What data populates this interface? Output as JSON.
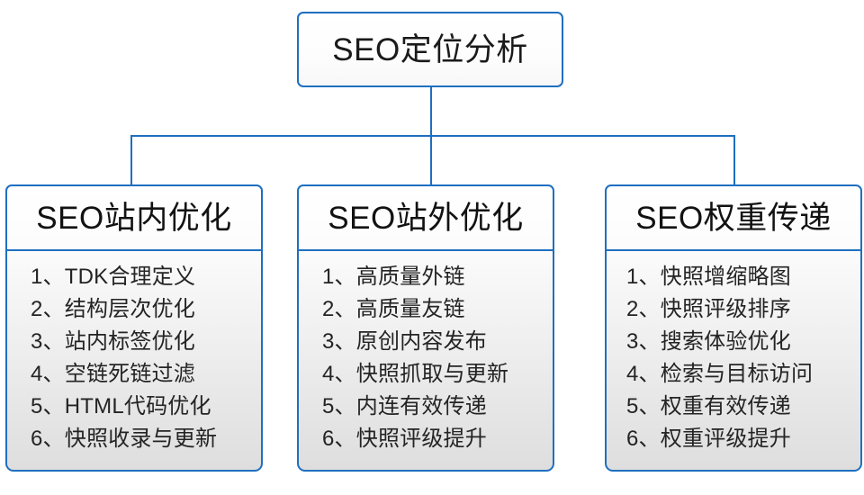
{
  "diagram": {
    "type": "org-chart",
    "accent_color": "#1f6fc0",
    "body_fill": "#e6e6e6",
    "text_color": "#1a1a1a",
    "root": {
      "label": "SEO定位分析"
    },
    "branches": [
      {
        "header": "SEO站内优化",
        "items": [
          "1、TDK合理定义",
          "2、结构层次优化",
          "3、站内标签优化",
          "4、空链死链过滤",
          "5、HTML代码优化",
          "6、快照收录与更新"
        ]
      },
      {
        "header": "SEO站外优化",
        "items": [
          "1、高质量外链",
          "2、高质量友链",
          "3、原创内容发布",
          "4、快照抓取与更新",
          "5、内连有效传递",
          "6、快照评级提升"
        ]
      },
      {
        "header": "SEO权重传递",
        "items": [
          "1、快照增缩略图",
          "2、快照评级排序",
          "3、搜索体验优化",
          "4、检索与目标访问",
          "5、权重有效传递",
          "6、权重评级提升"
        ]
      }
    ]
  }
}
